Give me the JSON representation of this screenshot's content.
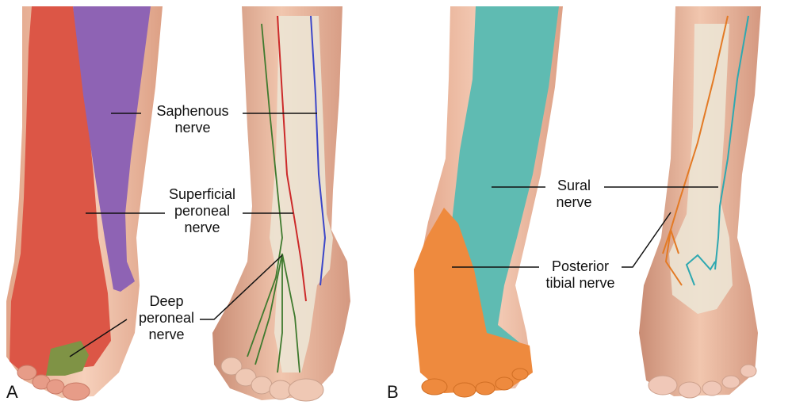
{
  "panels": [
    {
      "letter": "A"
    },
    {
      "letter": "B"
    }
  ],
  "labels": {
    "saphenous": {
      "line1": "Saphenous",
      "line2": "nerve"
    },
    "superficial_peroneal": {
      "line1": "Superficial",
      "line2": "peroneal",
      "line3": "nerve"
    },
    "deep_peroneal": {
      "line1": "Deep",
      "line2": "peroneal",
      "line3": "nerve"
    },
    "sural": {
      "line1": "Sural",
      "line2": "nerve"
    },
    "posterior_tibial": {
      "line1": "Posterior",
      "line2": "tibial nerve"
    }
  },
  "colors": {
    "saphenous_region": "#8e63b4",
    "superficial_peroneal_region": "#dc5646",
    "deep_peroneal_region": "#7f9345",
    "sural_region": "#5fbbb2",
    "posterior_tibial_region": "#ee8a3e",
    "skin": "#f0c0a6",
    "bone": "#ece4d4",
    "nerve_saphenous": "#3c46c8",
    "nerve_superficial_peroneal": "#cc2a2a",
    "nerve_deep_peroneal": "#3f7a2e",
    "nerve_sural": "#2ea8b0",
    "nerve_posterior_tibial": "#e37a25"
  }
}
